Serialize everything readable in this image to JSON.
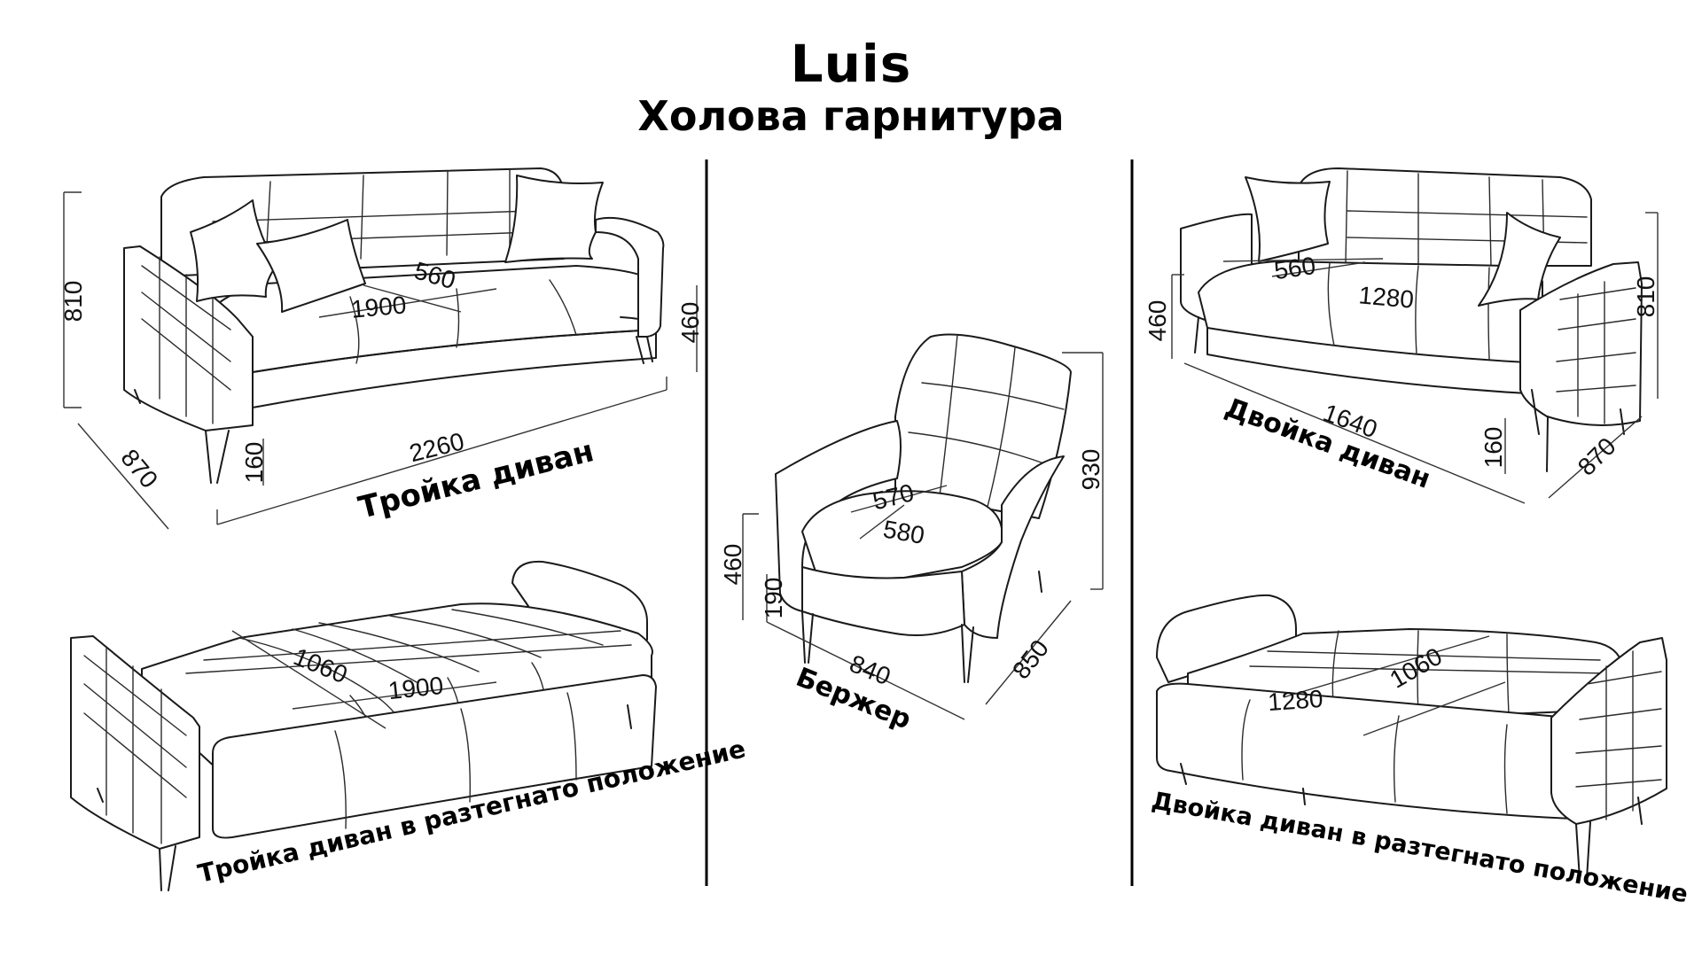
{
  "title": "Luis",
  "subtitle": "Холова гарнитура",
  "panels": {
    "sofa3": {
      "caption": "Тройка диван",
      "dims": {
        "height": "810",
        "depth": "870",
        "width": "2260",
        "seat_width": "1900",
        "seat_depth": "560",
        "seat_height": "460",
        "leg": "160"
      }
    },
    "sofa3_open": {
      "caption": "Тройка диван в разтегнато положение",
      "dims": {
        "bed_depth": "1060",
        "bed_width": "1900"
      }
    },
    "armchair": {
      "caption": "Бержер",
      "dims": {
        "height": "930",
        "depth": "850",
        "width": "840",
        "seat_width": "570",
        "seat_depth": "580",
        "seat_height": "460",
        "leg": "190"
      }
    },
    "sofa2": {
      "caption": "Двойка диван",
      "dims": {
        "height": "810",
        "depth": "870",
        "width": "1640",
        "seat_width": "1280",
        "seat_depth": "560",
        "seat_height": "460",
        "leg": "160"
      }
    },
    "sofa2_open": {
      "caption": "Двойка диван в разтегнато положение",
      "dims": {
        "bed_depth": "1060",
        "bed_width": "1280"
      }
    }
  }
}
